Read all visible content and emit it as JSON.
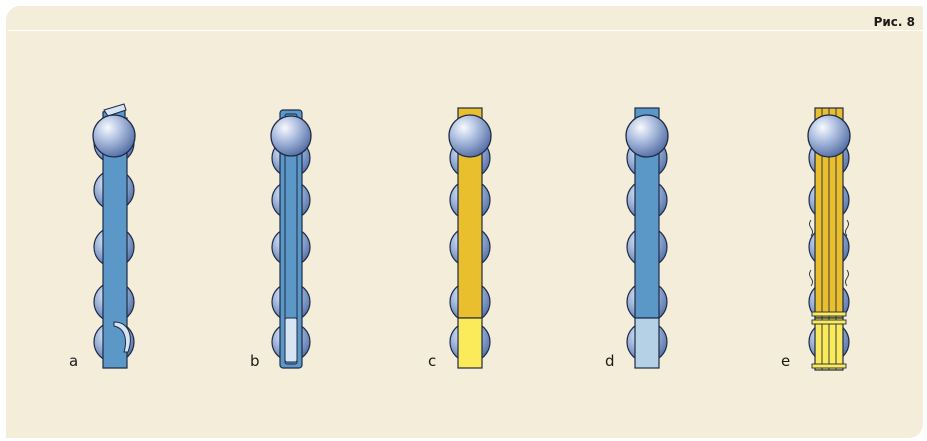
{
  "figure": {
    "label": "Рис. 8"
  },
  "variants": [
    {
      "label": "a",
      "style": "clip-blue"
    },
    {
      "label": "b",
      "style": "frame-blue"
    },
    {
      "label": "c",
      "style": "yellow"
    },
    {
      "label": "d",
      "style": "blue-lightend"
    },
    {
      "label": "e",
      "style": "yellow-ribbed"
    }
  ],
  "colors": {
    "background": "#f3edd9",
    "strip_blue": "#5b98c8",
    "strip_yellow": "#e9bf2e",
    "strip_yellow_light": "#fbea5a",
    "strip_light_blue": "#b4d1e6",
    "ball_light": "#eef3fb",
    "ball_dark": "#4f6fa8",
    "outline": "#1f2a44"
  }
}
